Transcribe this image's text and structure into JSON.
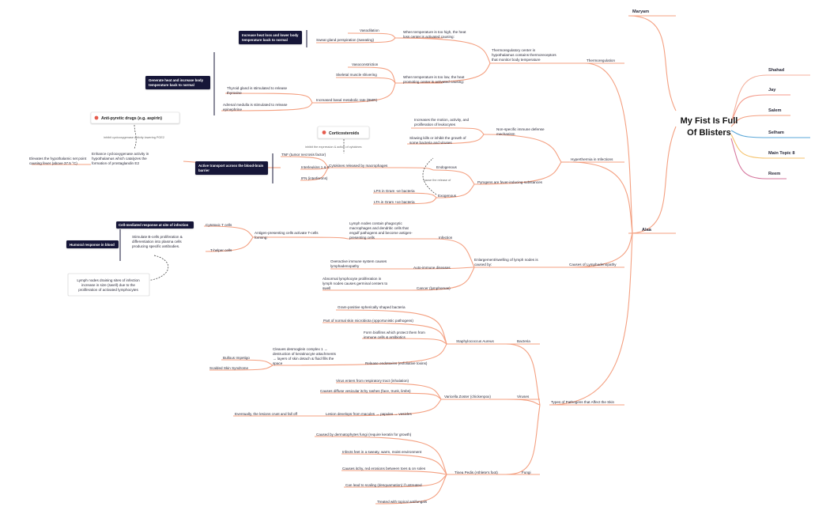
{
  "central": [
    "My Fist Is Full",
    "Of Blisters"
  ],
  "topics": {
    "maryam": "Maryam",
    "alaa": "Alaa",
    "right": [
      "Shahad",
      "Jay",
      "Salem",
      "Selham",
      "Main Topic 8",
      "Reem"
    ]
  },
  "thermo": {
    "label": "Thermoregulation",
    "center": [
      "Thermoregulatory center in",
      "hypothalamus contains thermoreceptors",
      "that monitor body temperature"
    ],
    "high": [
      "When temperature is too high, the heat",
      "loss center is activated causing:"
    ],
    "vasodilation": "Vasodilation",
    "sweat": "Sweat gland perspiration (sweating)",
    "increase_heat_loss": [
      "Increase heat loss and lower body",
      "temperature back to normal"
    ],
    "low": [
      "When temperature is too low, the heat",
      "promoting center is activated causing:"
    ],
    "vasoconstriction": "Vasoconstriction",
    "shivering": "Skeletal muscle shivering",
    "bmr": "Increased basal metabolic rate (BMR)",
    "thyroid": [
      "Thyroid gland is stimulated to release",
      "thyroxine"
    ],
    "adrenal": [
      "Adrenal medulla is stimulated to release",
      "epinephrine"
    ],
    "generate_heat": [
      "Generate heat and increase body",
      "temperature back to normal"
    ]
  },
  "hyper": {
    "label": "Hyperthermia in Infections",
    "nonspecific": [
      "Non-specific immune defense",
      "mechanism"
    ],
    "increases": [
      "Increases the motion, activity, and",
      "proliferation of leukocytes"
    ],
    "slowing": [
      "Slowing kills or inhibit the growth of",
      "some bacteria and viruses"
    ],
    "pyrogens": "Pyrogens are fever-inducing substances",
    "endogenous": "Endogenous",
    "exogenous": "Exogenous",
    "lps": "LPS in Gram -ve bacteria",
    "lta": "LTA in Gram +ve bacteria",
    "cause_release": "cause the release of",
    "cytokines": "Cytokines released by macrophages",
    "tnf": "TNF (tumor necrosis factor)",
    "il": "Interleukins 1 & 6",
    "ifn": "IFN (interferons)",
    "active_transport": [
      "Active transport across the blood-brain",
      "barrier"
    ],
    "enhance": [
      "Enhance cyclooxygenase activity in",
      "hypothalamus which catalyzes the",
      "formation of prostaglandin E2"
    ],
    "elevates": [
      "Elevates the hypothalamic set point",
      "causing fever (above 37.5 °C)"
    ],
    "antipyretic": "Anti-pyretic drugs (e.g. aspirin)",
    "inhibit_cox": "inhibit cyclooxygenase activity lowering PGE2",
    "corticosteroids": "Corticosteroids",
    "inhibit_cyto": "inhibit the expression & action of cytokines"
  },
  "lymph": {
    "label": "Causes of Lymphadenopathy",
    "enlargement": [
      "Enlargement/swelling of lymph nodes is",
      "caused by:"
    ],
    "infection": "Infection",
    "lymph_nodes": [
      "Lymph nodes contain phagocytic",
      "macrophages and dendritic cells that",
      "engulf pathogens and become antigen-",
      "presenting cells"
    ],
    "apc": [
      "Antigen-presenting cells activate T-cells",
      "forming:"
    ],
    "cytotoxic": "Cytotoxic T cells",
    "cell_mediated": "Cell-mediated response at site of infection",
    "helper": "T-helper cells",
    "stimulate": [
      "Stimulate B-cells proliferation &",
      "differentiation into plasma cells",
      "producing specific antibodies."
    ],
    "humoral": "Humoral response in blood",
    "draining": [
      "Lymph nodes draining sites of infection",
      "increase in size (swell) due to the",
      "proliferation of activated lymphocytes"
    ],
    "autoimmune": "Auto-immune diseases",
    "overactive": [
      "Overactive immune system causes",
      "lymphadenopathy"
    ],
    "cancer": "Cancer (lymphomas)",
    "abnormal": [
      "Abnormal lymphocyte proliferation in",
      "lymph nodes causes germinal centers to",
      "swell"
    ]
  },
  "pathogens": {
    "label": "Types of Pathogens that Affect the Skin",
    "bacteria": "Bacteria",
    "staph": "Staphylococcus Aureus",
    "gram": "Gram-positive spherically shaped bacteria",
    "normal": "Part of normal skin microbiota (opportunistic pathogens)",
    "biofilms": [
      "Form biofilms which protect them from",
      "immune cells & antibiotics"
    ],
    "exfoliative": "Release endotoxins (exfoliative toxins)",
    "cleaves": [
      "Cleaves desmoglein complex 1 →",
      "destruction of keratinocyte attachments",
      "→ layers of skin detach & fluid fills the",
      "space"
    ],
    "bullous": "Bullous Impetigo",
    "scalded": "Scalded Skin Syndrome",
    "viruses": "Viruses",
    "varicella": "Varicella Zoster (chickenpox)",
    "enters": "Virus enters from respiratory tract (inhalation)",
    "diffuse": "Causes diffuse vesicular itchy rashes (face, trunk, limbs)",
    "lesion": "Lesion develops from macules → papules → vesicles",
    "crust": "Eventually, the lesions crust and fall off",
    "fungi": "Fungi",
    "tinea": "Tinea Pedis (Athlete's foot)",
    "dermato": "Caused by dermatophytes fungi (require keratin for growth)",
    "feet": "Infects feet in a sweaty, warm, moist environment",
    "itchy": "Causes itchy, red erosions between toes & on soles",
    "scaling": "Can lead to scaling (desquamation) if untreated",
    "treated": "Treated with topical antifungals"
  },
  "colors": {
    "branch": "#f4a081",
    "right_branch": "#f4b09c",
    "dark_box": "#161637",
    "selham_line": "#5aa7d8",
    "main8_line": "#f5c26b",
    "reem_line": "#d6779e",
    "jay_line": "#f49a8a"
  }
}
